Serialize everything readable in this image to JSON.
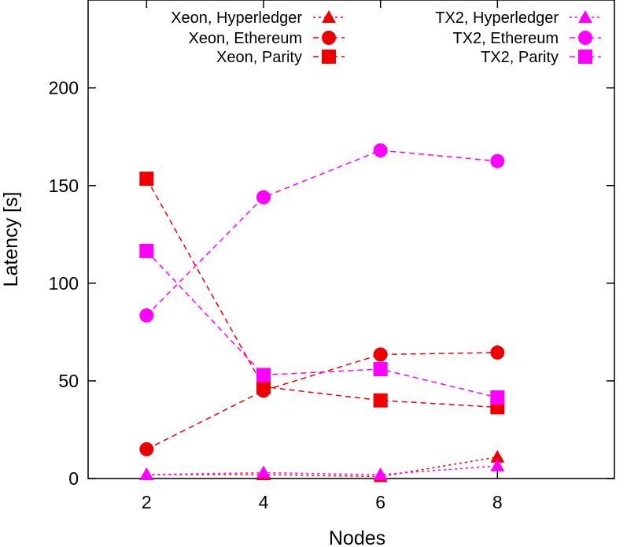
{
  "chart_data": {
    "type": "line",
    "xlabel": "Nodes",
    "ylabel": "Latency [s]",
    "x": [
      2,
      4,
      6,
      8
    ],
    "xlim": [
      1,
      10
    ],
    "ylim": [
      0,
      245
    ],
    "x_ticks": [
      "2",
      "4",
      "6",
      "8"
    ],
    "y_ticks": [
      "0",
      "50",
      "100",
      "150",
      "200"
    ],
    "grid": false,
    "legend_position": "top, two columns",
    "series": [
      {
        "name": "Xeon, Hyperledger",
        "marker": "triangle",
        "color": "#ee0000",
        "dash": "dotted",
        "values": [
          2,
          2,
          1,
          11
        ]
      },
      {
        "name": "Xeon, Ethereum",
        "marker": "circle",
        "color": "#ee0000",
        "dash": "dashed",
        "values": [
          15,
          45,
          63.5,
          64.5
        ]
      },
      {
        "name": "Xeon, Parity",
        "marker": "square",
        "color": "#ee0000",
        "dash": "dashed",
        "values": [
          153.5,
          47,
          40,
          36.5
        ]
      },
      {
        "name": "TX2, Hyperledger",
        "marker": "triangle",
        "color": "#ff00ff",
        "dash": "dotted",
        "values": [
          2,
          3,
          2,
          6.5
        ]
      },
      {
        "name": "TX2, Ethereum",
        "marker": "circle",
        "color": "#ff00ff",
        "dash": "dashed",
        "values": [
          83.5,
          144,
          168,
          162.5
        ]
      },
      {
        "name": "TX2, Parity",
        "marker": "square",
        "color": "#ff00ff",
        "dash": "dashed",
        "values": [
          116.5,
          53,
          56,
          41.5
        ]
      }
    ]
  }
}
